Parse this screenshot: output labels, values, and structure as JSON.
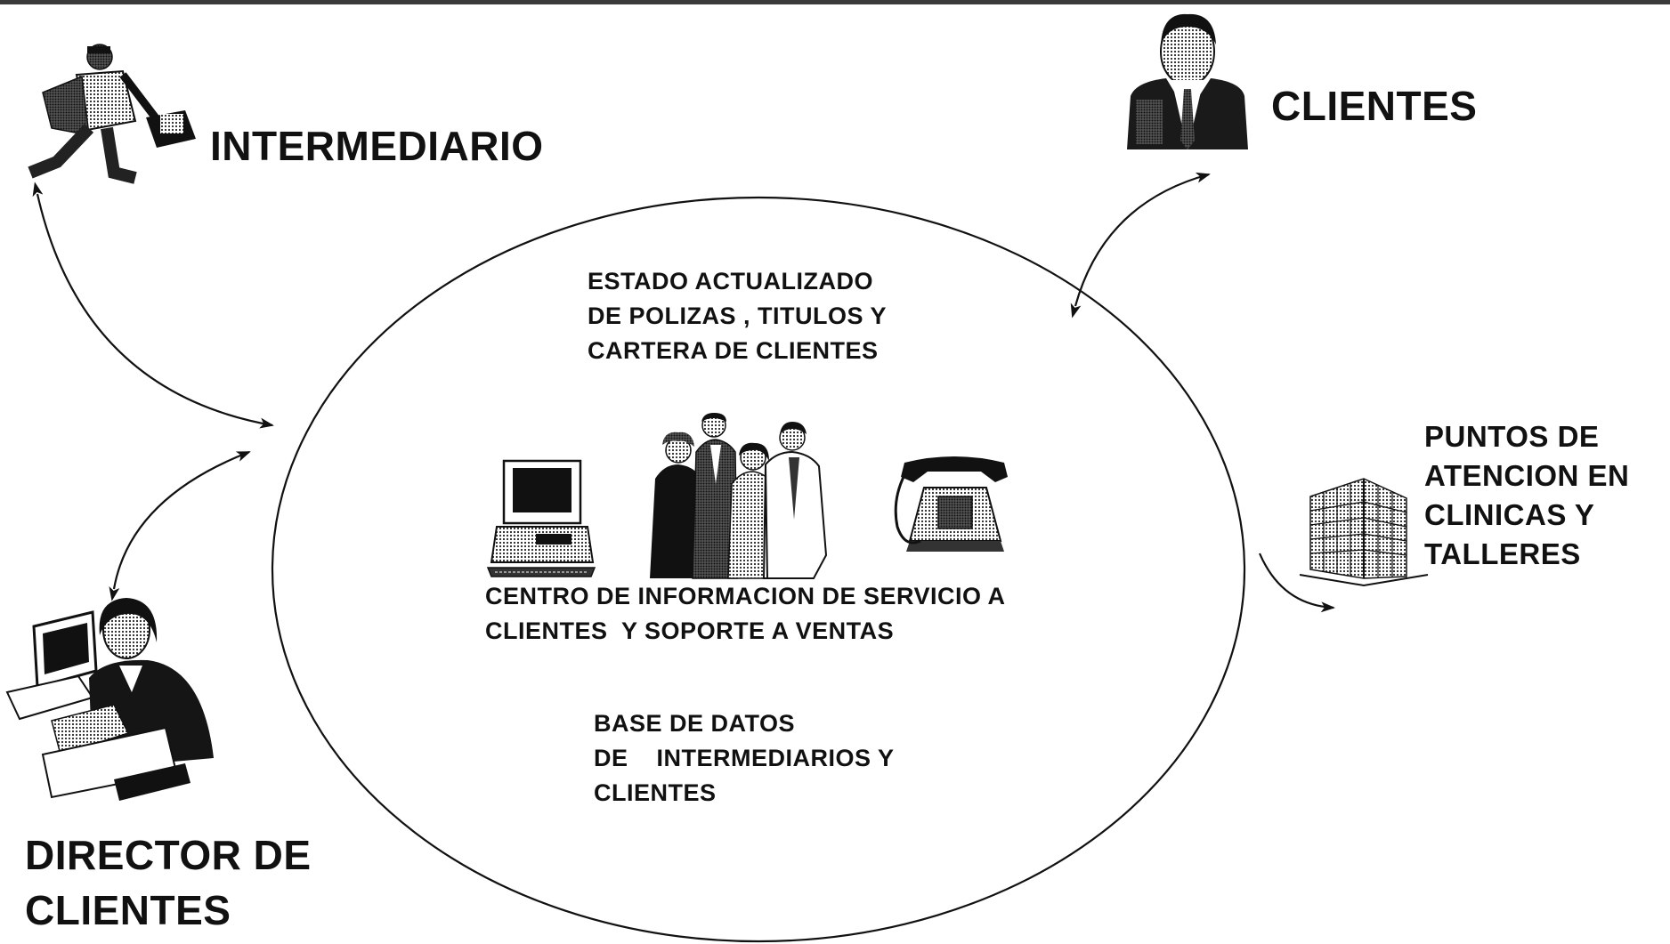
{
  "actors": {
    "intermediario": {
      "label": "INTERMEDIARIO",
      "icon": "walking-businessman-with-briefcase-icon"
    },
    "clientes": {
      "label": "CLIENTES",
      "icon": "businessman-portrait-icon"
    },
    "puntos_atencion": {
      "lines": [
        "PUNTOS DE",
        "ATENCION EN",
        "CLINICAS Y",
        "TALLERES"
      ],
      "icon": "office-building-icon"
    },
    "director": {
      "lines": [
        "DIRECTOR DE",
        "CLIENTES"
      ],
      "icon": "woman-at-computer-desk-icon"
    }
  },
  "center": {
    "estado": {
      "lines": [
        "ESTADO ACTUALIZADO",
        "DE POLIZAS , TITULOS Y",
        "CARTERA DE CLIENTES"
      ]
    },
    "centro": {
      "lines": [
        "CENTRO DE INFORMACION DE SERVICIO A",
        "CLIENTES  Y SOPORTE A VENTAS"
      ],
      "icons": [
        "computer-terminal-icon",
        "people-group-icon",
        "telephone-icon"
      ]
    },
    "base": {
      "lines": [
        "BASE DE DATOS",
        "DE    INTERMEDIARIOS Y",
        "CLIENTES"
      ]
    }
  },
  "connections": [
    {
      "from": "intermediario",
      "to": "center",
      "arrowheads": "both"
    },
    {
      "from": "director",
      "to": "center",
      "arrowheads": "both"
    },
    {
      "from": "clientes",
      "to": "center",
      "arrowheads": "both"
    },
    {
      "from": "center",
      "to": "puntos_atencion",
      "arrowheads": "end"
    }
  ],
  "colors": {
    "ink": "#111111",
    "background": "#ffffff"
  }
}
